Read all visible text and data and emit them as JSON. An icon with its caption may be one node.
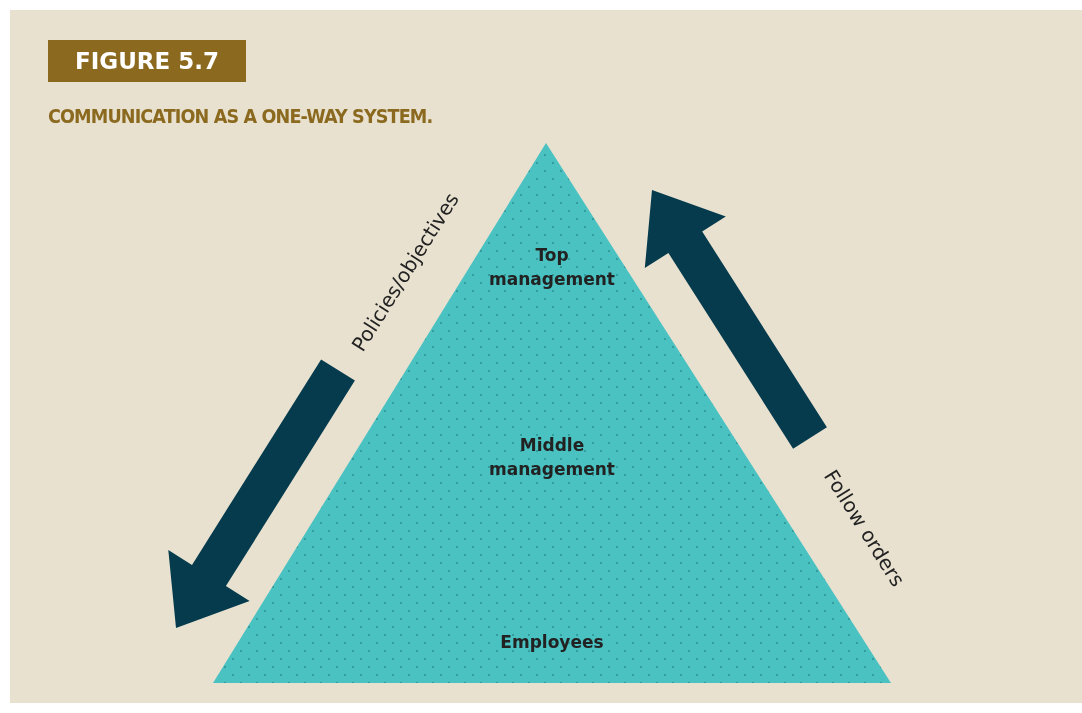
{
  "diagram": {
    "title": "FIGURE 5.7",
    "caption": "COMMUNICATION AS A ONE-WAY SYSTEM.",
    "nodes": [
      {
        "text": [
          "Top management",
          "Middle management",
          "Employees"
        ]
      }
    ],
    "labels": [
      "Policies/objectives",
      "Follow orders"
    ]
  }
}
